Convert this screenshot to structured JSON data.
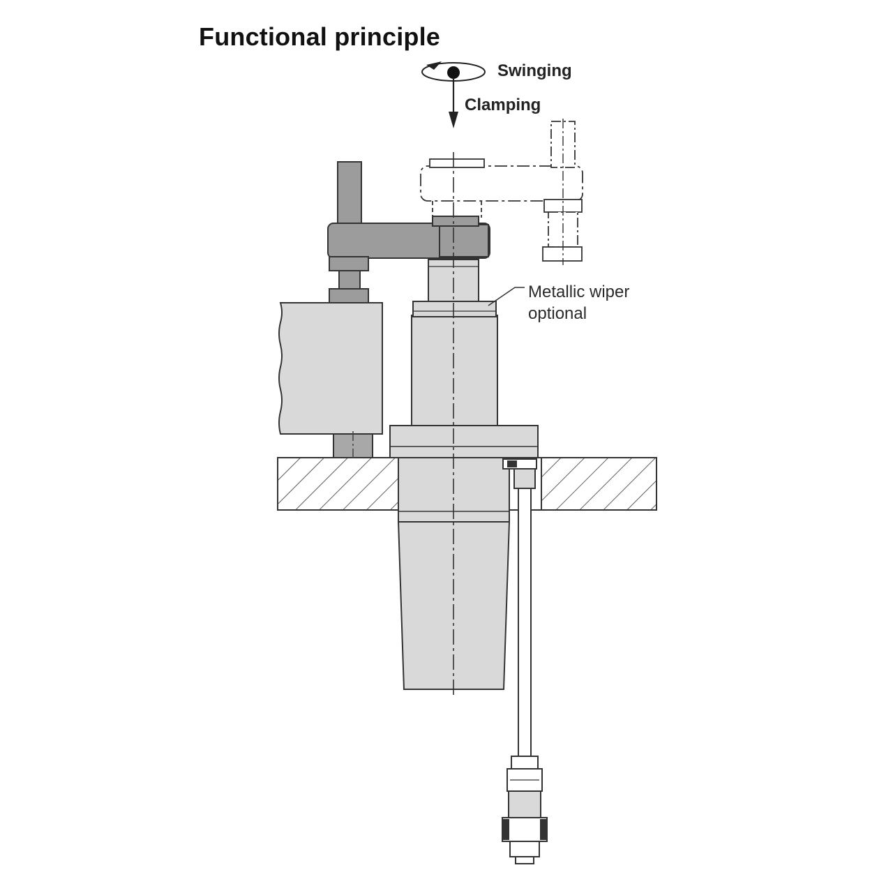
{
  "title": "Functional principle",
  "labels": {
    "swinging": "Swinging",
    "clamping": "Clamping",
    "wiper_line1": "Metallic wiper",
    "wiper_line2": "optional"
  },
  "colors": {
    "part_fill": "#d9d9d9",
    "dark_part": "#9c9c9c",
    "line": "#333333",
    "background": "#ffffff"
  }
}
